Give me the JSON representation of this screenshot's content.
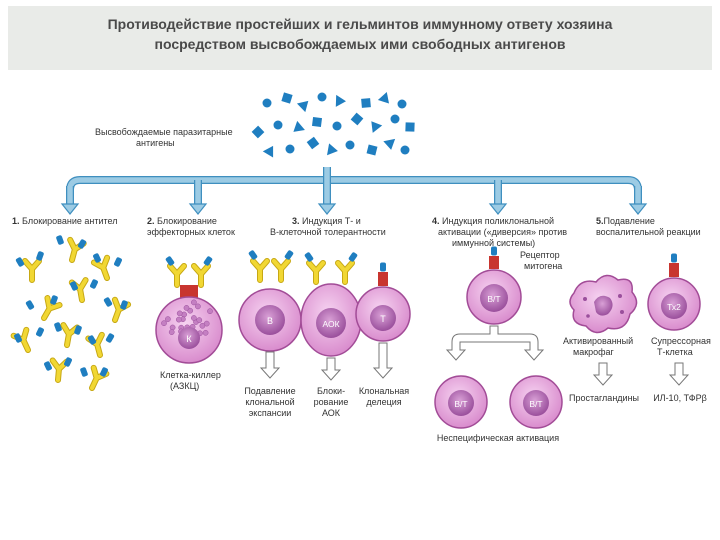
{
  "title": {
    "line1": "Противодействие простейших и гельминтов иммунному ответу хозяина",
    "line2": "посредством высвобождаемых ими свободных антигенов"
  },
  "antigens_label": [
    "Высвобождаемые паразитарные",
    "антигены"
  ],
  "mechanisms": [
    {
      "number": "1.",
      "title": [
        "Блокирование антител"
      ]
    },
    {
      "number": "2.",
      "title": [
        "Блокирование",
        "эффекторных клеток"
      ]
    },
    {
      "number": "3.",
      "title": [
        "Индукция Т- и",
        "В-клеточной толерантности"
      ]
    },
    {
      "number": "4.",
      "title": [
        "Индукция поликлональной",
        "активации («диверсия» против",
        "иммунной системы)"
      ]
    },
    {
      "number": "5.",
      "title": [
        "Подавление",
        "воспалительной реакции"
      ]
    }
  ],
  "cells": {
    "killer": "К",
    "b_cell": "В",
    "aok": "АОК",
    "t_cell": "Т",
    "bt_top": "В/Т",
    "bt_left": "В/Т",
    "bt_right": "В/Т",
    "th2": "Тх2"
  },
  "labels": {
    "killer_cell": [
      "Клетка-киллер",
      "(АЗКЦ)"
    ],
    "receptor": [
      "Рецептор",
      "митогена"
    ],
    "suppression_clonal": [
      "Подавление",
      "клональной",
      "экспансии"
    ],
    "blocking_aok": [
      "Блоки-",
      "рование",
      "АОК"
    ],
    "clonal_deletion": [
      "Клональная",
      "делеция"
    ],
    "nonspecific": "Неспецифическая активация",
    "macrophage": [
      "Активированный",
      "макрофаг"
    ],
    "suppressor": [
      "Супрессорная",
      "Т-клетка"
    ],
    "prostaglandins": "Простагландины",
    "cytokines": "ИЛ-10, ТФРβ"
  },
  "colors": {
    "arrow_blue": "#9ccbe4",
    "arrow_blue_edge": "#3f8fbf",
    "antigen": "#1f7ec0",
    "antibody": "#f1d733",
    "antibody_edge": "#c7a814",
    "cell_pink": "#e8a6de",
    "cell_edge": "#a24c97",
    "nucleus": "#b66fb6",
    "receptor_red": "#c8352f",
    "text": "#333333"
  }
}
